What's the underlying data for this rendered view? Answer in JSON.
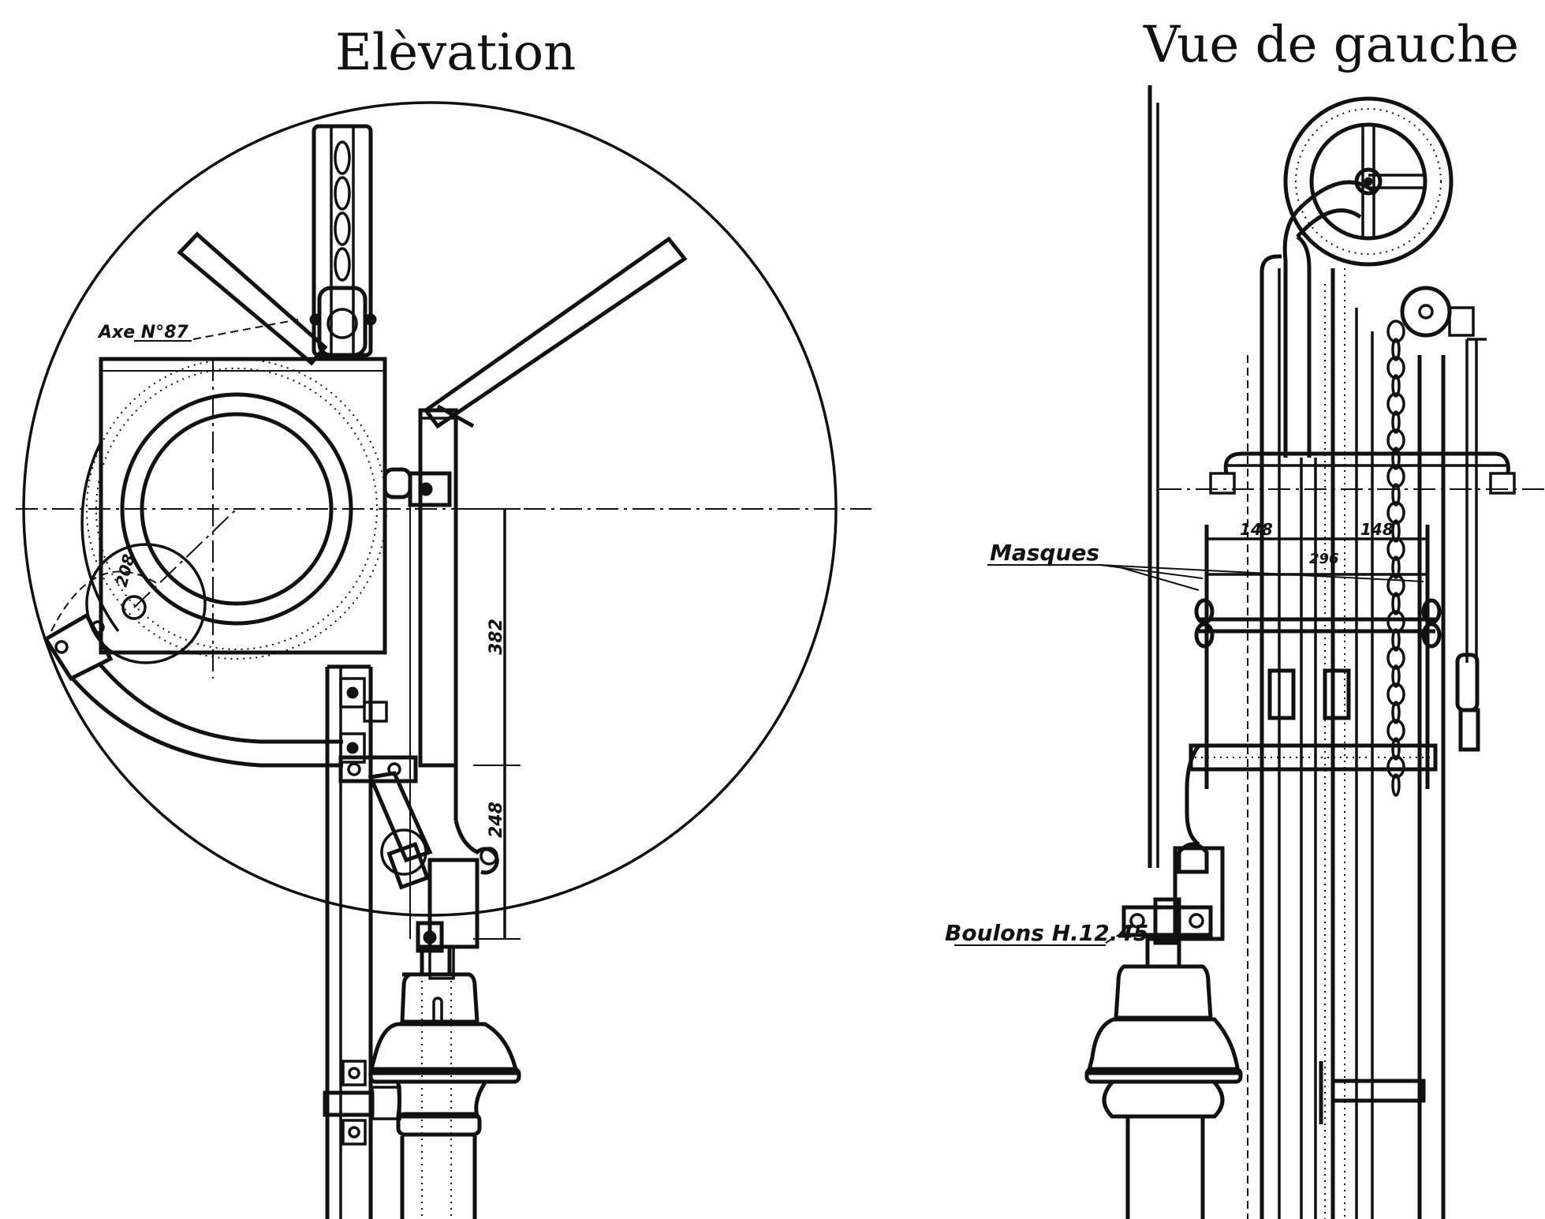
{
  "drawing": {
    "subject": "signal lamp mechanism — technical drawing",
    "colors": {
      "ink": "#111111",
      "paper": "#ffffff"
    }
  },
  "views": {
    "elevation": {
      "title": "Elèvation",
      "labels": {
        "axle": "Axe N°87",
        "radius_dim": "208",
        "height_dim_upper": "382",
        "height_dim_lower": "248"
      }
    },
    "left_view": {
      "title": "Vue de gauche",
      "labels": {
        "masks": "Masques",
        "bolts": "Boulons H.12.45",
        "width_left": "148",
        "width_right": "148",
        "width_total": "296"
      }
    }
  }
}
